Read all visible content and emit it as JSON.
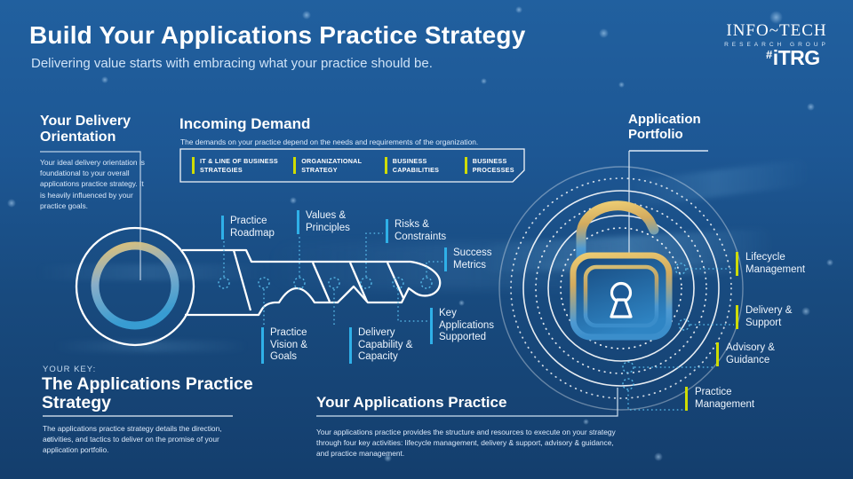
{
  "header": {
    "title": "Build Your Applications Practice Strategy",
    "subtitle": "Delivering value starts with embracing what your practice should be.",
    "logo_primary": "INFO~TECH",
    "logo_secondary": "RESEARCH GROUP",
    "logo_hashtag": {
      "hash": "#",
      "text": "iTRG"
    }
  },
  "delivery_orientation": {
    "title": "Your Delivery Orientation",
    "description": "Your ideal delivery orientation is foundational to your overall applications practice strategy. It is heavily influenced by your practice goals."
  },
  "incoming_demand": {
    "title": "Incoming Demand",
    "description": "The demands on your practice depend on the needs and requirements of the organization.",
    "items": [
      "IT & LINE OF BUSINESS STRATEGIES",
      "ORGANIZATIONAL STRATEGY",
      "BUSINESS CAPABILITIES",
      "BUSINESS PROCESSES"
    ]
  },
  "key_strategy": {
    "kicker": "YOUR KEY:",
    "title": "The Applications Practice Strategy",
    "description": "The applications practice strategy details the direction, activities, and tactics to deliver on the promise of your application portfolio.",
    "labels": [
      "Practice Roadmap",
      "Values & Principles",
      "Risks & Constraints",
      "Success Metrics",
      "Practice Vision & Goals",
      "Delivery Capability & Capacity",
      "Key Applications Supported"
    ]
  },
  "applications_practice": {
    "title": "Your Applications Practice",
    "description": "Your applications practice provides the structure and resources to execute on your strategy through four key activities: lifecycle management, delivery & support, advisory & guidance, and practice management."
  },
  "application_portfolio": {
    "title": "Application Portfolio",
    "labels": [
      "Lifecycle Management",
      "Delivery & Support",
      "Advisory & Guidance",
      "Practice Management"
    ]
  },
  "colors": {
    "accent_cyan": "#2fb0e8",
    "accent_yellow": "#cedc00",
    "background_top": "#21609f",
    "background_bottom": "#143e6d",
    "gold": "#ecc873"
  }
}
